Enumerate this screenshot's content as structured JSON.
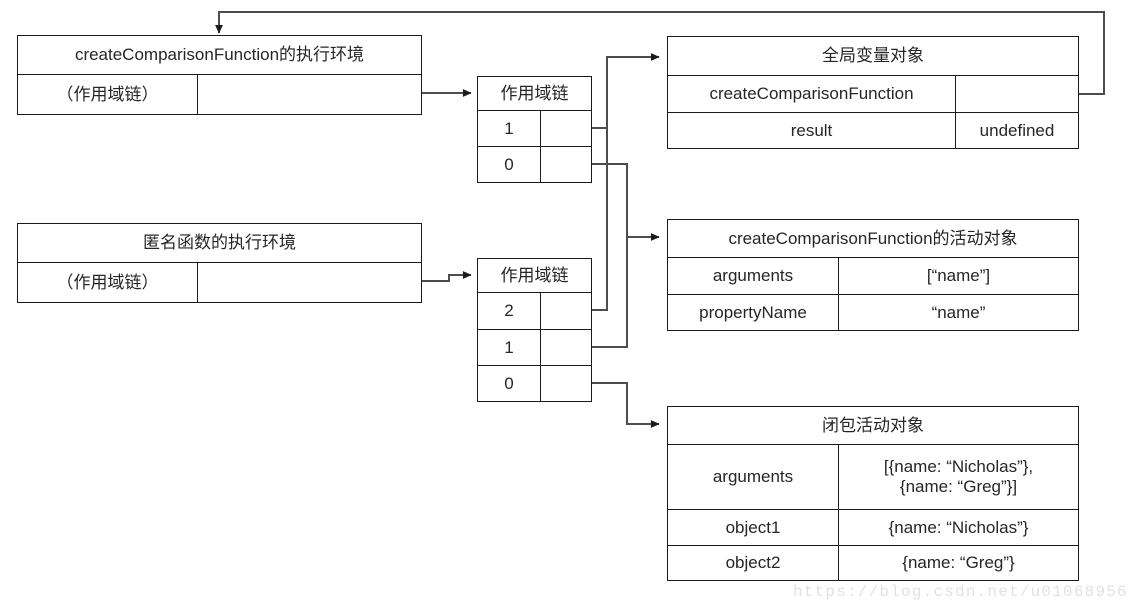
{
  "diagram": {
    "title": "JavaScript closure scope chain diagram",
    "line_color": "#4d4d4d",
    "border_color": "#1a1a1a",
    "watermark": "https://blog.csdn.net/u010689561"
  },
  "exec_contexts": [
    {
      "name": "create-comparison-function-context",
      "title": "createComparisonFunction的执行环境",
      "label": "（作用域链）",
      "value": ""
    },
    {
      "name": "anonymous-function-context",
      "title": "匿名函数的执行环境",
      "label": "（作用域链）",
      "value": ""
    }
  ],
  "scope_chains": [
    {
      "name": "scope-chain-outer",
      "title": "作用域链",
      "entries": [
        {
          "index": "1",
          "value": ""
        },
        {
          "index": "0",
          "value": ""
        }
      ]
    },
    {
      "name": "scope-chain-inner",
      "title": "作用域链",
      "entries": [
        {
          "index": "2",
          "value": ""
        },
        {
          "index": "1",
          "value": ""
        },
        {
          "index": "0",
          "value": ""
        }
      ]
    }
  ],
  "objects": [
    {
      "name": "global-variable-object",
      "title": "全局变量对象",
      "rows": [
        {
          "key": "createComparisonFunction",
          "value": ""
        },
        {
          "key": "result",
          "value": "undefined"
        }
      ]
    },
    {
      "name": "create-comparison-function-activation-object",
      "title": "createComparisonFunction的活动对象",
      "rows": [
        {
          "key": "arguments",
          "value": "[“name”]"
        },
        {
          "key": "propertyName",
          "value": "“name”"
        }
      ]
    },
    {
      "name": "closure-activation-object",
      "title": "闭包活动对象",
      "rows": [
        {
          "key": "arguments",
          "value": "[{name: “Nicholas”},\n{name: “Greg”}]"
        },
        {
          "key": "object1",
          "value": "{name: “Nicholas”}"
        },
        {
          "key": "object2",
          "value": "{name: “Greg”}"
        }
      ]
    }
  ]
}
